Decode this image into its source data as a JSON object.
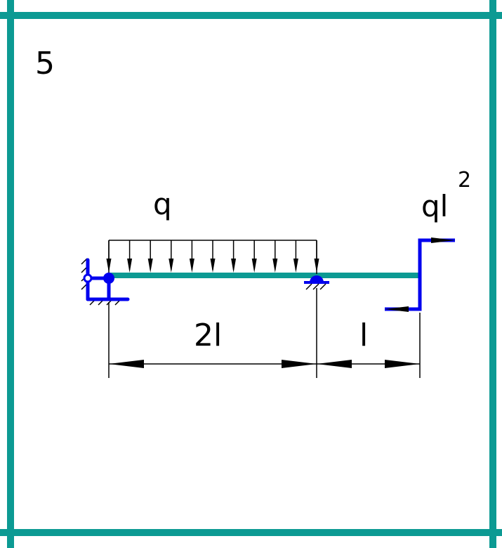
{
  "problem_number": "5",
  "load_label": "q",
  "moment_label": "ql",
  "moment_exponent": "2",
  "span_left_label": "2l",
  "span_right_label": "l",
  "colors": {
    "frame": "#0c9a93",
    "beam": "#0c9a93",
    "support": "#0000ee",
    "ink": "#000000"
  }
}
